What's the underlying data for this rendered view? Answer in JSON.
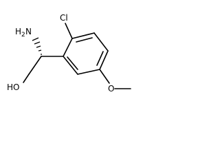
{
  "molecule": {
    "labels": {
      "amine": "H",
      "amine_sub": "2",
      "amine_n": "N",
      "chloro": "Cl",
      "hydroxyl": "HO",
      "methoxy_o": "O"
    }
  }
}
